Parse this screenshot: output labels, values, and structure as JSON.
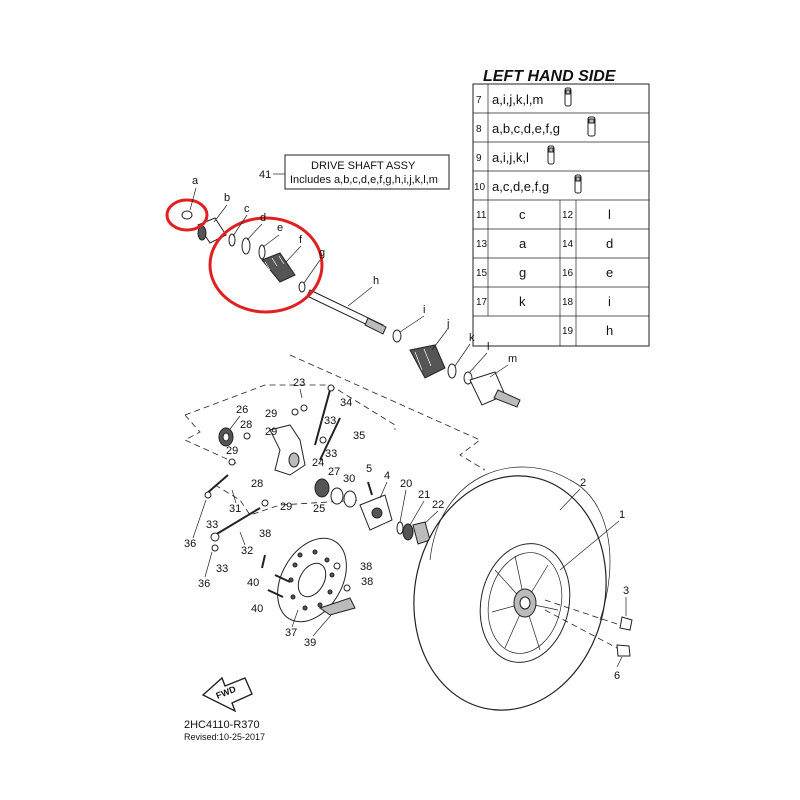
{
  "lhs": {
    "title": "LEFT HAND SIDE",
    "rows": [
      {
        "no": "7",
        "text": "a,i,j,k,l,m"
      },
      {
        "no": "8",
        "text": "a,b,c,d,e,f,g"
      },
      {
        "no": "9",
        "text": "a,i,j,k,l"
      },
      {
        "no": "10",
        "text": "a,c,d,e,f,g"
      }
    ],
    "pairs": [
      {
        "n1": "11",
        "v1": "c",
        "n2": "12",
        "v2": "l"
      },
      {
        "n1": "13",
        "v1": "a",
        "n2": "14",
        "v2": "d"
      },
      {
        "n1": "15",
        "v1": "g",
        "n2": "16",
        "v2": "e"
      },
      {
        "n1": "17",
        "v1": "k",
        "n2": "18",
        "v2": "i"
      },
      {
        "n1": "",
        "v1": "",
        "n2": "19",
        "v2": "h"
      }
    ]
  },
  "assy": {
    "no": "41",
    "line1": "DRIVE SHAFT ASSY",
    "line2": "Includes a,b,c,d,e,f,g,h,i,j,k,l,m"
  },
  "letters": [
    "a",
    "b",
    "c",
    "d",
    "e",
    "f",
    "g",
    "h",
    "i",
    "j",
    "k",
    "l",
    "m"
  ],
  "numbers": [
    "1",
    "2",
    "3",
    "4",
    "5",
    "6",
    "20",
    "21",
    "22",
    "23",
    "24",
    "25",
    "26",
    "27",
    "28",
    "29",
    "30",
    "31",
    "32",
    "33",
    "34",
    "35",
    "36",
    "37",
    "38",
    "39",
    "40"
  ],
  "fwd": "FWD",
  "footer": {
    "code": "2HC4110-R370",
    "revised": "Revised:10-25-2017"
  },
  "colors": {
    "highlight": "#e02020"
  }
}
